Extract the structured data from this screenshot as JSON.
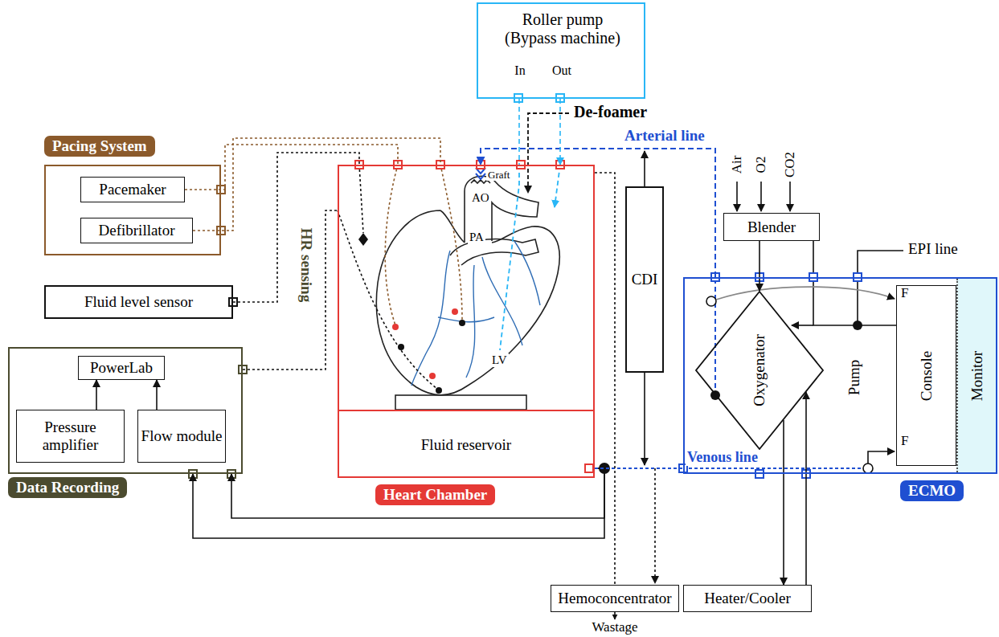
{
  "diagram": {
    "nodes": [
      {
        "text": [
          "Roller pump (Bypass machine)",
          "In",
          "Out"
        ]
      },
      {
        "text": [
          "Pacing System"
        ]
      },
      {
        "text": [
          "Pacemaker"
        ],
        "in": 1
      },
      {
        "text": [
          "Defibrillator"
        ],
        "in": 1
      },
      {
        "text": [
          "Fluid level sensor"
        ]
      },
      {
        "text": [
          "Data Recording"
        ]
      },
      {
        "text": [
          "PowerLab"
        ],
        "in": 5
      },
      {
        "text": [
          "Pressure amplifier"
        ],
        "in": 5
      },
      {
        "text": [
          "Flow module"
        ],
        "in": 5
      },
      {
        "text": [
          "Heart Chamber"
        ]
      },
      {
        "text": [
          "Fluid reservoir"
        ],
        "in": 9
      },
      {
        "text": [
          "CDI"
        ]
      },
      {
        "text": [
          "ECMO"
        ]
      },
      {
        "text": [
          "Oxygenator"
        ],
        "in": 12
      },
      {
        "text": [
          "Console"
        ],
        "in": 12
      },
      {
        "text": [
          "Monitor"
        ],
        "in": 12
      },
      {
        "text": [
          "Blender"
        ]
      },
      {
        "text": [
          "Hemoconcentrator"
        ]
      },
      {
        "text": [
          "Heater/Cooler"
        ]
      }
    ],
    "edges": [
      {
        "from": 7,
        "to": 6,
        "arrow": "to"
      },
      {
        "from": 8,
        "to": 6,
        "arrow": "to"
      },
      {
        "from": 10,
        "to": 5,
        "arrow": "to"
      },
      {
        "from": 10,
        "to": 5,
        "arrow": "to"
      },
      {
        "from": 12,
        "to": 9,
        "label": "Arterial line",
        "arrow": "to"
      },
      {
        "from": 10,
        "to": 12,
        "label": "Venous line",
        "arrow": "none"
      },
      {
        "from": 2,
        "to": 9,
        "arrow": "none"
      },
      {
        "from": 3,
        "to": 9,
        "arrow": "none"
      },
      {
        "from": 4,
        "to": 9,
        "arrow": "none"
      },
      {
        "from": 5,
        "to": 9,
        "label": "HR sensing",
        "arrow": "none"
      },
      {
        "from": 0,
        "to": 9,
        "arrow": "none"
      },
      {
        "from": 0,
        "to": 9,
        "arrow": "to"
      },
      {
        "from": 9,
        "to": 17,
        "arrow": "none"
      },
      {
        "from": 16,
        "to": 13,
        "arrow": "to"
      },
      {
        "from": 13,
        "to": 18,
        "arrow": "to"
      },
      {
        "from": 18,
        "to": 13,
        "arrow": "to"
      }
    ],
    "labels": [
      "De-foamer",
      "Graft",
      "AO",
      "PA",
      "LV",
      "Air",
      "O2",
      "CO2",
      "EPI line",
      "Pump",
      "F",
      "F",
      "Wastage"
    ]
  }
}
